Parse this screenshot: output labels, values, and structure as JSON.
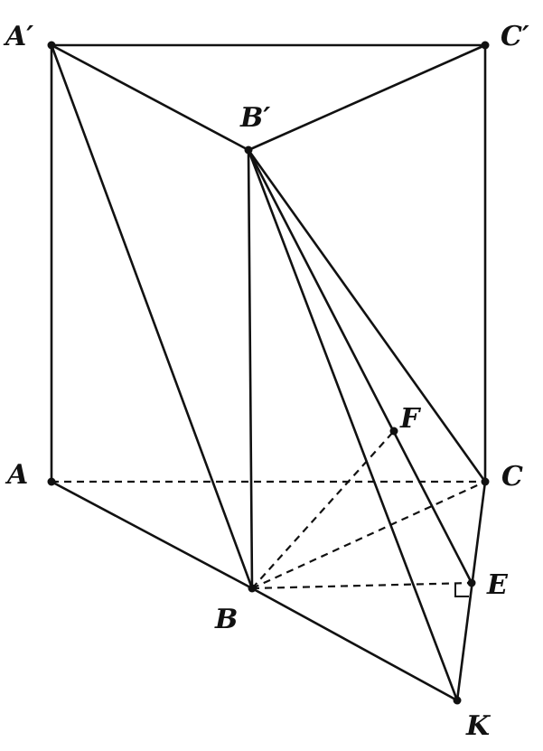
{
  "diagram": {
    "labels": {
      "A_prime": "A′",
      "C_prime": "C′",
      "B_prime": "B′",
      "A": "A",
      "B": "B",
      "C": "C",
      "E": "E",
      "F": "F",
      "K": "K"
    },
    "solid_edges": [
      [
        "A_prime",
        "C_prime"
      ],
      [
        "A_prime",
        "B_prime"
      ],
      [
        "B_prime",
        "C_prime"
      ],
      [
        "A_prime",
        "A"
      ],
      [
        "C_prime",
        "C"
      ],
      [
        "B_prime",
        "B"
      ],
      [
        "A_prime",
        "B"
      ],
      [
        "A",
        "B"
      ],
      [
        "B",
        "K"
      ],
      [
        "B_prime",
        "C"
      ],
      [
        "B_prime",
        "K"
      ],
      [
        "B_prime",
        "E"
      ],
      [
        "C",
        "K"
      ]
    ],
    "dashed_edges": [
      [
        "A",
        "C"
      ],
      [
        "B",
        "C"
      ],
      [
        "B",
        "F"
      ],
      [
        "B",
        "E"
      ]
    ],
    "right_angle_at": "E",
    "colors": {
      "ink": "#111111",
      "background": "#ffffff"
    }
  }
}
